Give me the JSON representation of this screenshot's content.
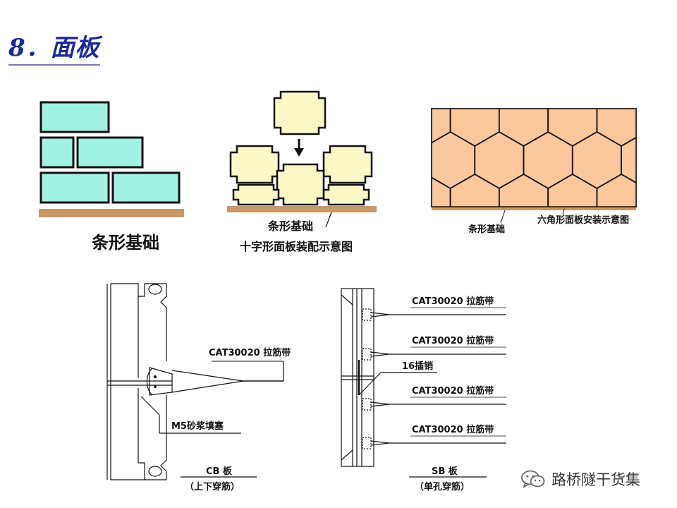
{
  "page": {
    "title": "8．面板"
  },
  "panels": {
    "strip": {
      "caption": "条形基础"
    },
    "cross": {
      "label_base": "条形基础",
      "caption": "十字形面板装配示意图"
    },
    "hex": {
      "label_base": "条形基础",
      "caption": "六角形面板安装示意图"
    },
    "cb": {
      "strap_label": "CAT30020 拉筋带",
      "mortar_label": "M5砂浆填塞",
      "name": "CB 板",
      "sub": "（上下穿筋）"
    },
    "sb": {
      "strap_labels": [
        "CAT30020 拉筋带",
        "CAT30020 拉筋带",
        "CAT30020 拉筋带",
        "CAT30020 拉筋带"
      ],
      "pin_label": "16插销",
      "name": "SB 板",
      "sub": "（单孔穿筋）"
    }
  },
  "colors": {
    "cyan_block": "#a2f2e3",
    "cream_block": "#fbf8c8",
    "hex_fill": "#fbc89c",
    "base_bar": "#c89868",
    "title": "#1a2a9c"
  },
  "watermark": {
    "icon": "wechat-icon",
    "text": "路桥隧干货集"
  }
}
